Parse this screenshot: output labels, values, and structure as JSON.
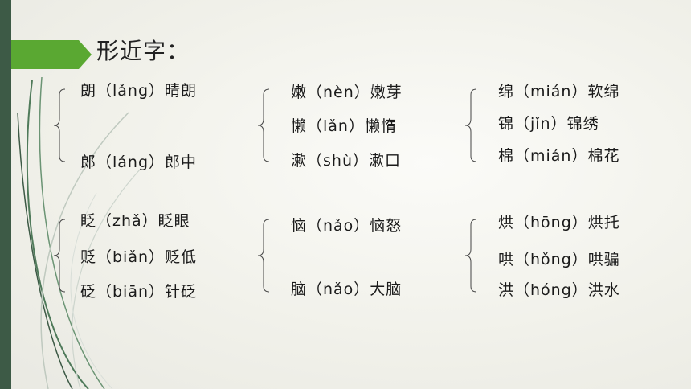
{
  "title": "形近字：",
  "groups": [
    {
      "items": [
        "朗（lǎng）晴朗",
        "郎（láng）郎中"
      ]
    },
    {
      "items": [
        "嫩（nèn）嫩芽",
        "懒（lǎn）懒惰",
        "漱（shù）漱口"
      ]
    },
    {
      "items": [
        "绵（mián）软绵",
        "锦（jǐn）锦绣",
        "棉（mián）棉花"
      ]
    },
    {
      "items": [
        "眨（zhǎ）眨眼",
        "贬（biǎn）贬低",
        "砭（biān）针砭"
      ]
    },
    {
      "items": [
        "恼（nǎo）恼怒",
        "脑（nǎo）大脑"
      ]
    },
    {
      "items": [
        "烘（hōng）烘托",
        "哄（hǒng）哄骗",
        "洪（hóng）洪水"
      ]
    }
  ],
  "colors": {
    "accent": "#5aa832",
    "bar": "#3d5a46",
    "deco": "#4f7a5a"
  }
}
